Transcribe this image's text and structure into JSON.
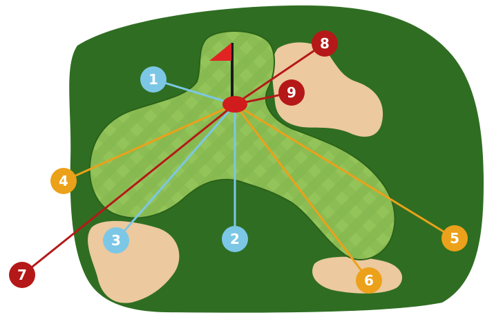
{
  "colors": {
    "rough": "#2f6e22",
    "rough_edge": "#245a1a",
    "green_light": "#93c45a",
    "green_dark": "#7fb24a",
    "sand": "#ecc99e",
    "flag": "#e02424",
    "pole": "#1a1a1a",
    "hole": "#d01c1c",
    "blue": "#7cc7e6",
    "orange": "#eca11a",
    "red": "#b51818"
  },
  "markers": [
    {
      "id": "1",
      "label": "1",
      "color": "blue"
    },
    {
      "id": "2",
      "label": "2",
      "color": "blue"
    },
    {
      "id": "3",
      "label": "3",
      "color": "blue"
    },
    {
      "id": "4",
      "label": "4",
      "color": "orange"
    },
    {
      "id": "5",
      "label": "5",
      "color": "orange"
    },
    {
      "id": "6",
      "label": "6",
      "color": "orange"
    },
    {
      "id": "7",
      "label": "7",
      "color": "red"
    },
    {
      "id": "8",
      "label": "8",
      "color": "red"
    },
    {
      "id": "9",
      "label": "9",
      "color": "red"
    }
  ]
}
